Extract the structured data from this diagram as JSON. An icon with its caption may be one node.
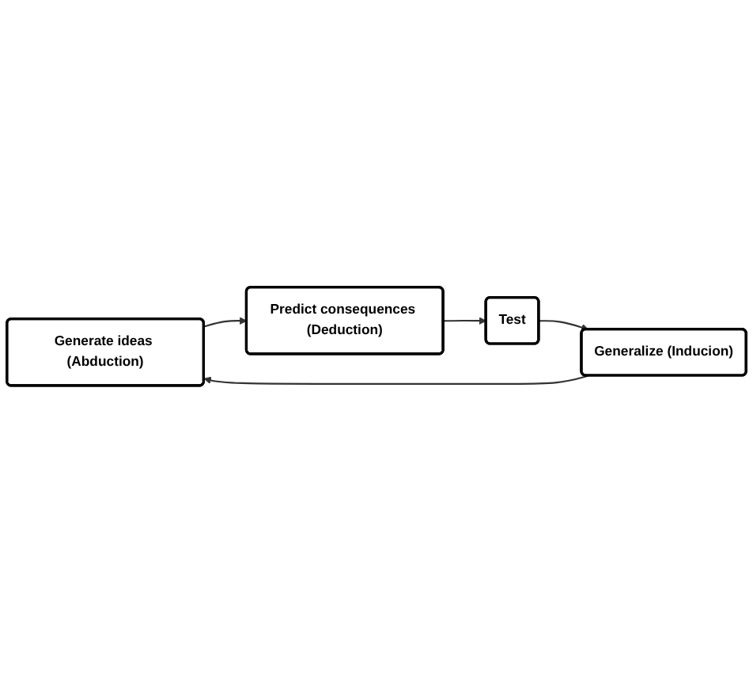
{
  "diagram": {
    "nodes": [
      {
        "text": [
          "Generate ideas (Abduction)"
        ]
      },
      {
        "text": [
          "Predict consequences (Deduction)"
        ]
      },
      {
        "text": [
          "Test"
        ]
      },
      {
        "text": [
          "Generalize (Inducion)"
        ]
      }
    ],
    "edges": [
      {
        "from": 0,
        "to": 1,
        "arrow": "to"
      },
      {
        "from": 1,
        "to": 2,
        "arrow": "to"
      },
      {
        "from": 2,
        "to": 3,
        "arrow": "to"
      },
      {
        "from": 3,
        "to": 0,
        "arrow": "to"
      }
    ]
  }
}
